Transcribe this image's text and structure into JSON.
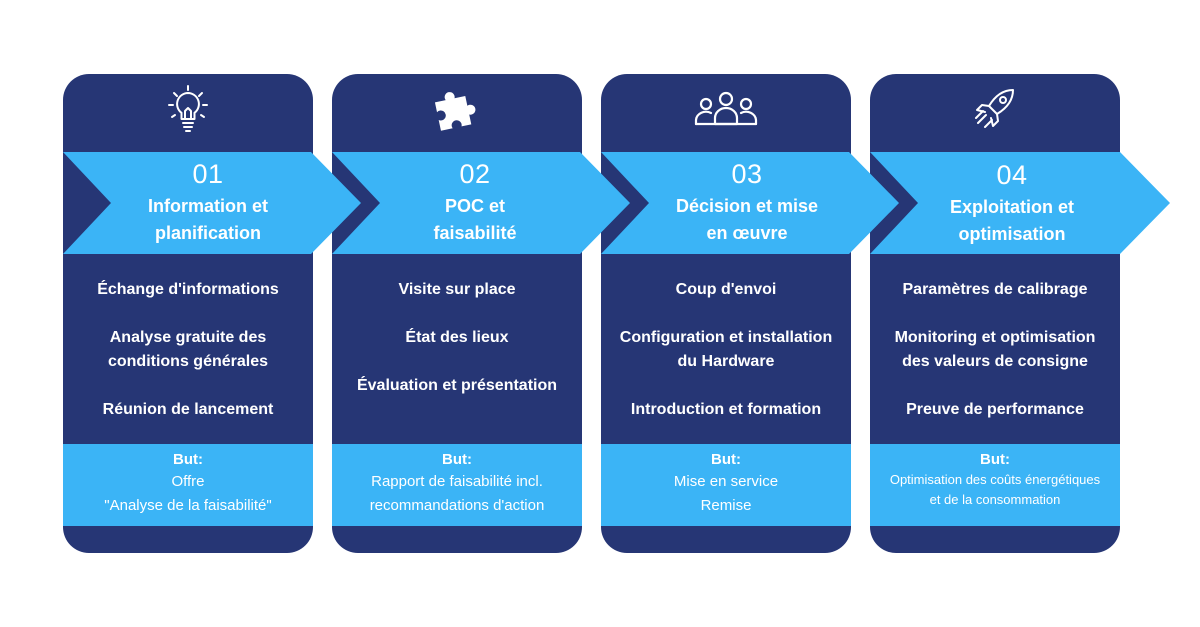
{
  "colors": {
    "navy": "#263675",
    "cyan": "#3bb4f6",
    "text": "#ffffff"
  },
  "goal_label": "But:",
  "steps": [
    {
      "icon": "lightbulb-icon",
      "number": "01",
      "title": "Information et\nplanification",
      "tasks": [
        "Échange d'informations",
        "Analyse gratuite des\nconditions générales",
        "Réunion de lancement"
      ],
      "goal": "Offre\n\"Analyse de la faisabilité\""
    },
    {
      "icon": "puzzle-icon",
      "number": "02",
      "title": "POC et\nfaisabilité",
      "tasks": [
        "Visite sur place",
        "État des lieux",
        "Évaluation et présentation"
      ],
      "goal": "Rapport de faisabilité incl.\nrecommandations d'action"
    },
    {
      "icon": "team-icon",
      "number": "03",
      "title": "Décision et mise\nen œuvre",
      "tasks": [
        "Coup d'envoi",
        "Configuration et installation\ndu Hardware",
        "Introduction et formation"
      ],
      "goal": "Mise en service\nRemise"
    },
    {
      "icon": "rocket-icon",
      "number": "04",
      "title": "Exploitation et\noptimisation",
      "tasks": [
        "Paramètres de calibrage",
        "Monitoring et optimisation\ndes valeurs de consigne",
        "Preuve de performance"
      ],
      "goal": "Optimisation des coûts énergétiques\net de la consommation"
    }
  ]
}
